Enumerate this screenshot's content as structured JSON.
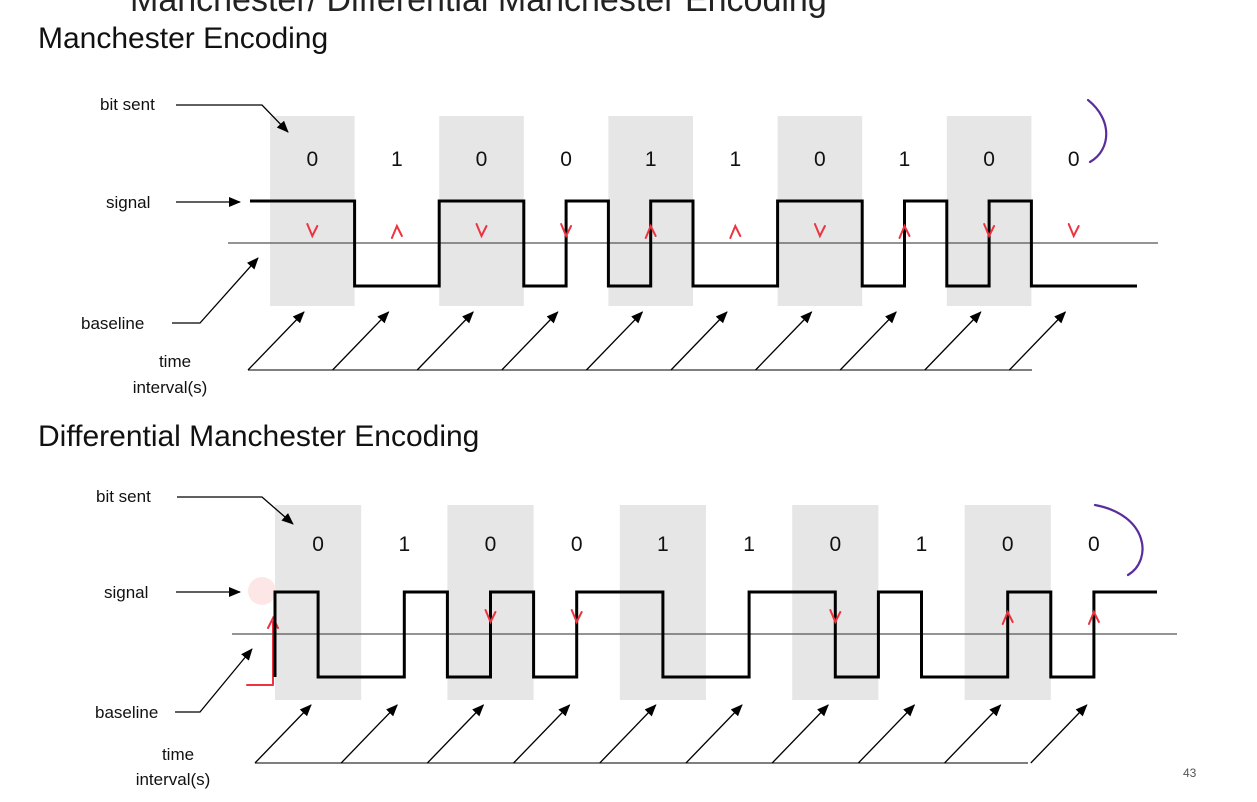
{
  "slide": {
    "cut_title": "Manchester/ Differential Manchester Encoding",
    "page_number": "43"
  },
  "colors": {
    "shade": "#e6e6e6",
    "signal": "#000000",
    "annotation_red": "#ee3340",
    "annotation_purple": "#5a2d9c"
  },
  "panels": [
    {
      "title": "Manchester Encoding",
      "labels": {
        "bit_sent": "bit sent",
        "signal": "signal",
        "baseline": "baseline",
        "time1": "time",
        "time2": "interval(s)"
      },
      "bits": [
        "0",
        "1",
        "0",
        "0",
        "1",
        "1",
        "0",
        "1",
        "0",
        "0"
      ],
      "signal_levels": [
        1,
        1,
        0,
        0,
        1,
        1,
        0,
        1,
        0,
        1,
        0,
        0,
        1,
        1,
        0,
        1,
        0,
        1,
        0,
        0
      ],
      "lead_level": 1,
      "transition_marks": [
        "down",
        "up",
        "down",
        "down",
        "up",
        "up",
        "down",
        "up",
        "down",
        "down"
      ]
    },
    {
      "title": "Differential Manchester Encoding",
      "labels": {
        "bit_sent": "bit sent",
        "signal": "signal",
        "baseline": "baseline",
        "time1": "time",
        "time2": "interval(s)"
      },
      "bits": [
        "0",
        "1",
        "0",
        "0",
        "1",
        "1",
        "0",
        "1",
        "0",
        "0"
      ],
      "signal_levels": [
        1,
        0,
        0,
        1,
        0,
        1,
        0,
        1,
        1,
        0,
        0,
        1,
        1,
        0,
        1,
        0,
        0,
        1,
        0,
        1
      ],
      "lead_level": 0,
      "transition_marks": [
        null,
        null,
        "down",
        "down",
        null,
        null,
        "down",
        null,
        "up",
        "up"
      ]
    }
  ]
}
